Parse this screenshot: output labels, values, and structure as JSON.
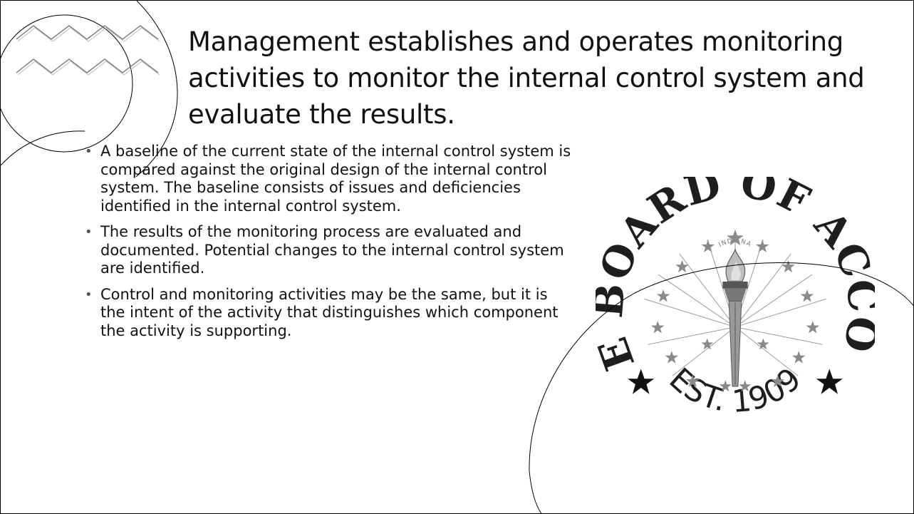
{
  "slide": {
    "title": "Management establishes and operates monitoring activities to monitor the internal control system and evaluate the results.",
    "bullets": [
      "A baseline of the current state of the internal control system is compared against the original design of the internal control system. The baseline consists of issues and deficiencies identified in the internal control system.",
      "The results of the monitoring process are evaluated and documented.  Potential changes to the internal control system are identified.",
      "Control and monitoring activities may be the same, but it is the intent of the activity that distinguishes which component the activity is supporting."
    ]
  },
  "seal": {
    "name": "STATE BOARD OF ACCOUNTS",
    "state": "INDIANA",
    "established": "EST. 1909"
  },
  "colors": {
    "text": "#111111",
    "seal": "#2a2a2a",
    "decoration": "#000000"
  }
}
